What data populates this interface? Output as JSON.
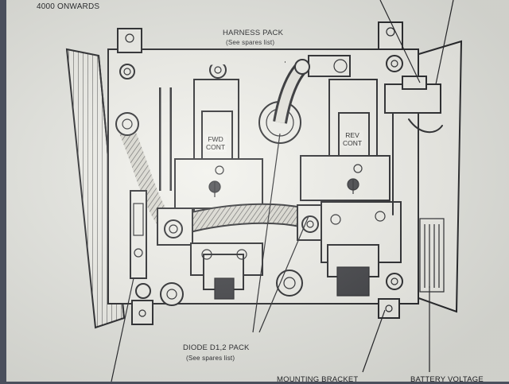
{
  "header": {
    "range": "4000 ONWARDS"
  },
  "labels": {
    "harness_pack": "HARNESS PACK",
    "harness_pack_sub": "(See spares list)",
    "fwd_cont_1": "FWD",
    "fwd_cont_2": "CONT",
    "rev_cont_1": "REV",
    "rev_cont_2": "CONT",
    "diode_pack": "DIODE D1,2 PACK",
    "diode_pack_sub": "(See spares list)",
    "mounting_bracket": "MOUNTING BRACKET",
    "battery_voltage": "BATTERY VOLTAGE"
  }
}
